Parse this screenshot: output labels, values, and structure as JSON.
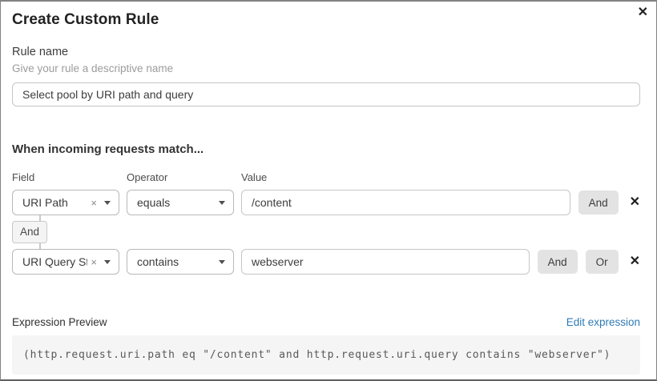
{
  "dialog": {
    "title": "Create Custom Rule"
  },
  "icons": {
    "close": "✕",
    "clear": "×",
    "delete": "✕"
  },
  "rule_name": {
    "label": "Rule name",
    "helper": "Give your rule a descriptive name",
    "value": "Select pool by URI path and query"
  },
  "match_section": {
    "heading": "When incoming requests match...",
    "columns": {
      "field": "Field",
      "operator": "Operator",
      "value": "Value"
    },
    "connector_label": "And",
    "rows": [
      {
        "field": "URI Path",
        "operator": "equals",
        "value": "/content",
        "and_label": "And"
      },
      {
        "field": "URI Query St...",
        "operator": "contains",
        "value": "webserver",
        "and_label": "And",
        "or_label": "Or"
      }
    ]
  },
  "expression_preview": {
    "label": "Expression Preview",
    "edit_link": "Edit expression",
    "code": "(http.request.uri.path eq \"/content\" and http.request.uri.query contains \"webserver\")"
  },
  "colors": {
    "link_blue": "#2f7bb5",
    "button_gray": "#e3e3e3",
    "code_background": "#f5f5f5",
    "input_border": "#c6c6c6"
  }
}
